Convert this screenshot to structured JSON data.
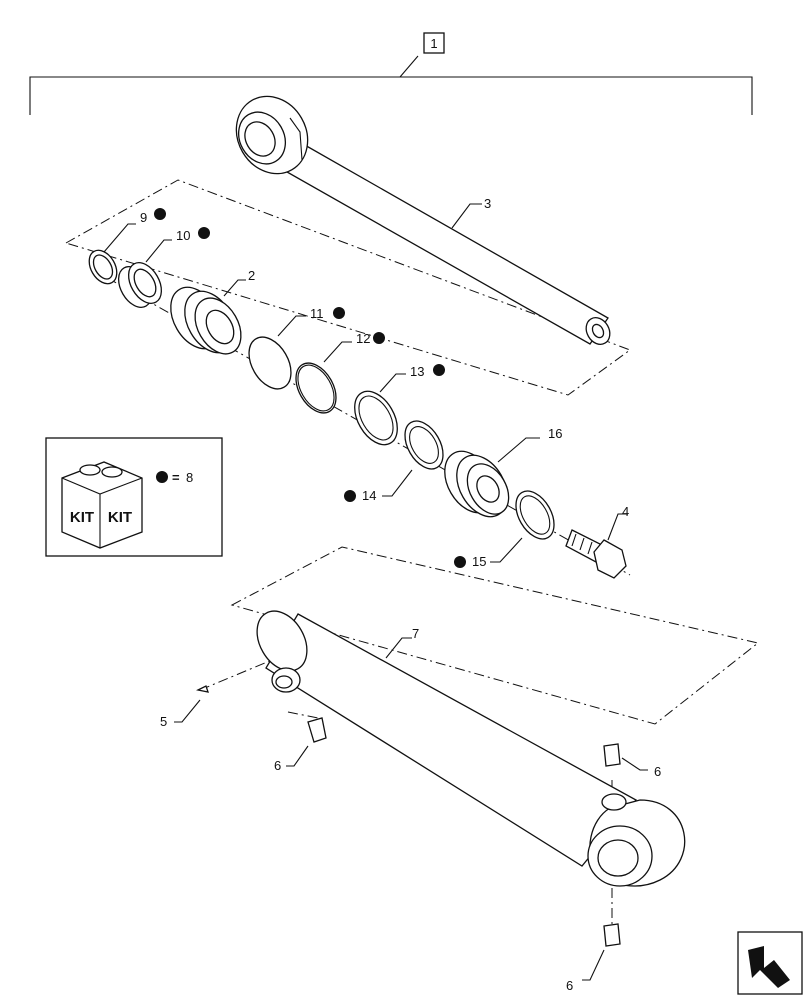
{
  "assembly": {
    "callout": "1"
  },
  "labels": {
    "p2": "2",
    "p3": "3",
    "p4": "4",
    "p5": "5",
    "p6a": "6",
    "p6b": "6",
    "p6c": "6",
    "p7": "7",
    "p9": "9",
    "p10": "10",
    "p11": "11",
    "p12": "12",
    "p13": "13",
    "p14": "14",
    "p15": "15",
    "p16": "16"
  },
  "legend": {
    "kit_text_left": "KIT",
    "kit_text_right": "KIT",
    "equals": "=",
    "kit_number": "8"
  },
  "icons": {
    "kit_marker": "filled-dot-icon",
    "kit_box": "kit-box-icon",
    "next_page": "next-page-arrow-icon"
  },
  "colors": {
    "ink": "#111111",
    "paper": "#ffffff"
  }
}
